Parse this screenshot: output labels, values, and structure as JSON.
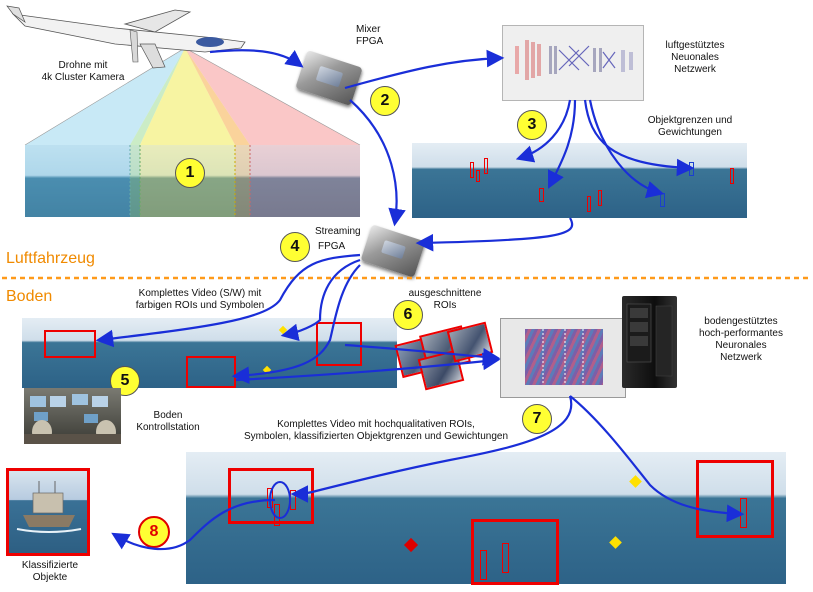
{
  "labels": {
    "drone": "Drohne mit\n4k Cluster Kamera",
    "mixer": "Mixer\nFPGA",
    "airborne_nn": "luftgestütztes\nNeuonales\nNetzwerk",
    "object_bounds": "Objektgrenzen und\nGewichtungen",
    "streaming": "Streaming",
    "fpga": "FPGA",
    "aircraft": "Luftfahrzeug",
    "ground": "Boden",
    "full_video": "Komplettes Video (S/W) mit\nfarbigen ROIs und Symbolen",
    "cut_rois": "ausgeschnittene\nROIs",
    "ground_nn": "bodengestütztes\nhoch-performantes\nNeuronales\nNetzwerk",
    "control_station": "Boden\nKontrollstation",
    "full_video_hq": "Komplettes Video mit hochqualitativen ROIs,\nSymbolen, klassifizierten Objektgrenzen und Gewichtungen",
    "classified": "Klassifizierte\nObjekte"
  },
  "steps": [
    "1",
    "2",
    "3",
    "4",
    "5",
    "6",
    "7",
    "8"
  ],
  "colors": {
    "arrow": "#1a2ed8",
    "divider": "#ff9a1a",
    "section_label": "#f08a00",
    "roi": "#e00000",
    "badge": "#ffff33"
  }
}
